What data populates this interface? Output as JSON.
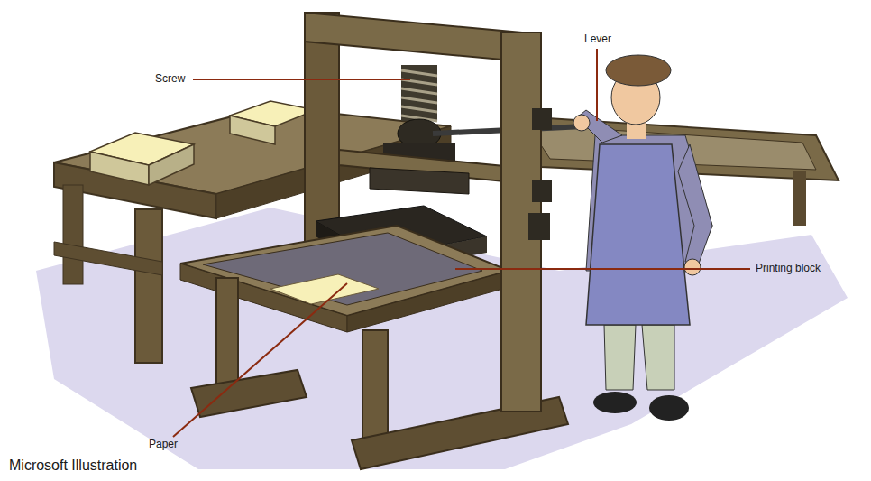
{
  "diagram": {
    "labels": [
      "Screw",
      "Lever",
      "Printing block",
      "Paper",
      "Microsoft Illustration"
    ]
  }
}
